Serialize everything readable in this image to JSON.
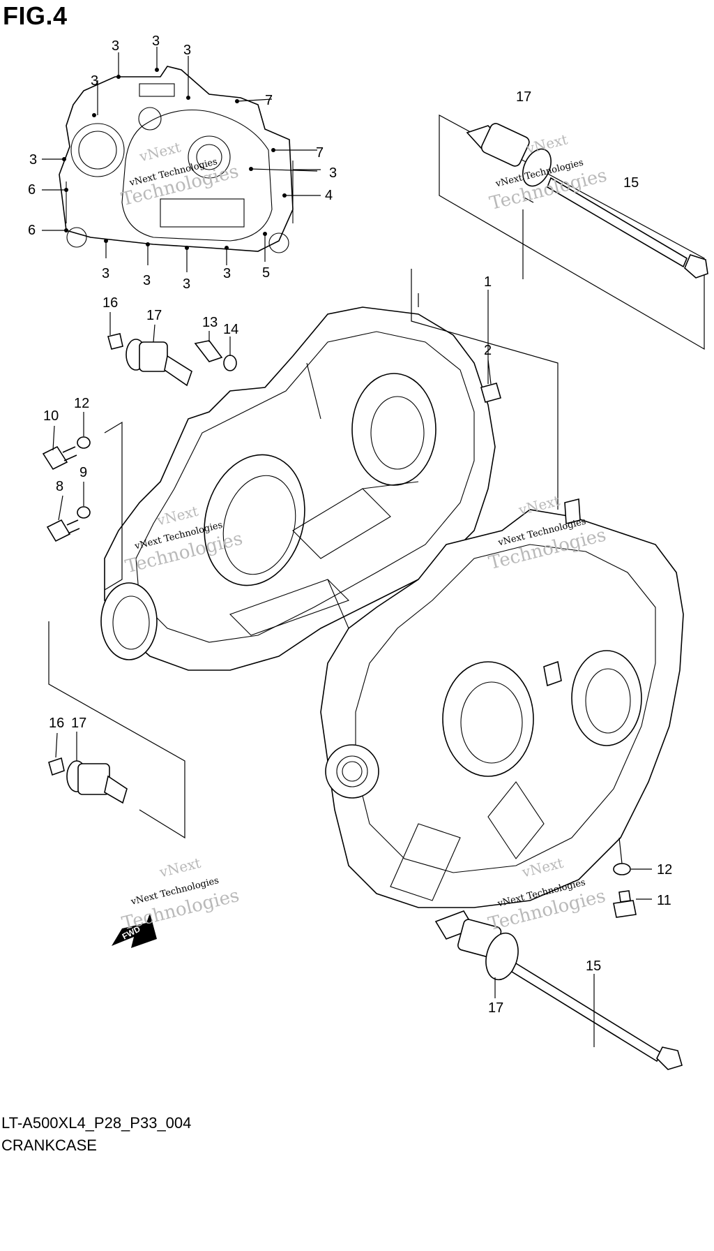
{
  "figure": {
    "title": "FIG.4",
    "code": "LT-A500XL4_P28_P33_004",
    "name": "CRANKCASE"
  },
  "fwd_label": "FWD",
  "watermark": {
    "line1": "vNext",
    "line2": "vNext Technologies",
    "line3": "Technologies"
  },
  "callouts": {
    "inset": [
      "3",
      "3",
      "3",
      "3",
      "3",
      "7",
      "7",
      "3",
      "4",
      "3",
      "6",
      "6",
      "5",
      "3",
      "3",
      "3",
      "3"
    ],
    "main": [
      "1",
      "2",
      "13",
      "14",
      "16",
      "17",
      "10",
      "12",
      "8",
      "9",
      "17",
      "15",
      "16",
      "17",
      "12",
      "11",
      "15",
      "17"
    ]
  },
  "colors": {
    "line": "#000000",
    "watermark": "#b9b9b9",
    "background": "#ffffff"
  }
}
